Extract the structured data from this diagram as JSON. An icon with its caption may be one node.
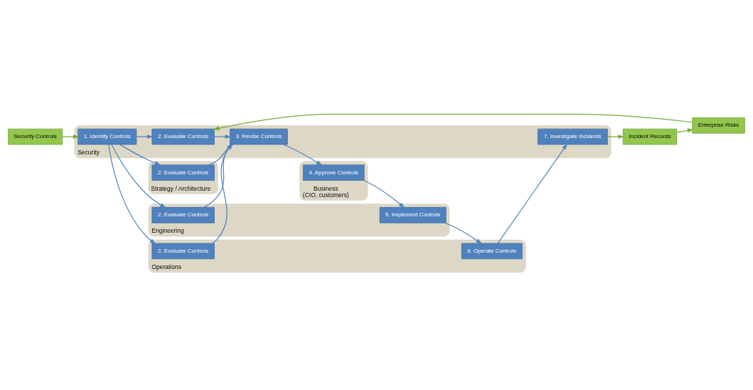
{
  "diagram": {
    "nodes": [
      {
        "text": [
          "Security Controls"
        ]
      },
      {
        "text": [
          "Enterprise Risks"
        ]
      },
      {
        "text": [
          "Incident Records"
        ]
      },
      {
        "text": [
          "Business",
          "(CIO, customers)"
        ]
      },
      {
        "text": [
          "4. Approve Controls"
        ],
        "in": 3
      },
      {
        "text": [
          "Security"
        ]
      },
      {
        "text": [
          "1. Identify Controls"
        ],
        "in": 5
      },
      {
        "text": [
          "2. Evaluate Controls"
        ],
        "in": 5
      },
      {
        "text": [
          "3. Revise Controls"
        ],
        "in": 5
      },
      {
        "text": [
          "7. Investigate Incidents"
        ],
        "in": 5
      },
      {
        "text": [
          "Strategy / Architecture"
        ]
      },
      {
        "text": [
          "2. Evaluate Controls"
        ],
        "in": 10
      },
      {
        "text": [
          "Engineering"
        ]
      },
      {
        "text": [
          "2. Evaluate Controls"
        ],
        "in": 12
      },
      {
        "text": [
          "5. Implement Controls"
        ],
        "in": 12
      },
      {
        "text": [
          "Operations"
        ]
      },
      {
        "text": [
          "2. Evaluate Controls"
        ],
        "in": 15
      },
      {
        "text": [
          "6. Operate Controls"
        ],
        "in": 15
      }
    ],
    "edges": [
      {
        "from": 0,
        "to": 6,
        "arrow": "to",
        "color": "#77a83a"
      },
      {
        "from": 1,
        "to": 7,
        "arrow": "to",
        "color": "#77a83a"
      },
      {
        "from": 2,
        "to": 1,
        "arrow": "to",
        "color": "#77a83a"
      },
      {
        "from": 9,
        "to": 2,
        "arrow": "to",
        "color": "#77a83a"
      },
      {
        "from": 6,
        "to": 7,
        "arrow": "to"
      },
      {
        "from": 6,
        "to": 11,
        "arrow": "to"
      },
      {
        "from": 6,
        "to": 13,
        "arrow": "to"
      },
      {
        "from": 6,
        "to": 16,
        "arrow": "to"
      },
      {
        "from": 7,
        "to": 8,
        "arrow": "to"
      },
      {
        "from": 11,
        "to": 8,
        "arrow": "to"
      },
      {
        "from": 13,
        "to": 8,
        "arrow": "to"
      },
      {
        "from": 16,
        "to": 8,
        "arrow": "to"
      },
      {
        "from": 8,
        "to": 4,
        "arrow": "to"
      },
      {
        "from": 4,
        "to": 14,
        "arrow": "to"
      },
      {
        "from": 14,
        "to": 17,
        "arrow": "to"
      },
      {
        "from": 17,
        "to": 9,
        "arrow": "to"
      }
    ]
  }
}
